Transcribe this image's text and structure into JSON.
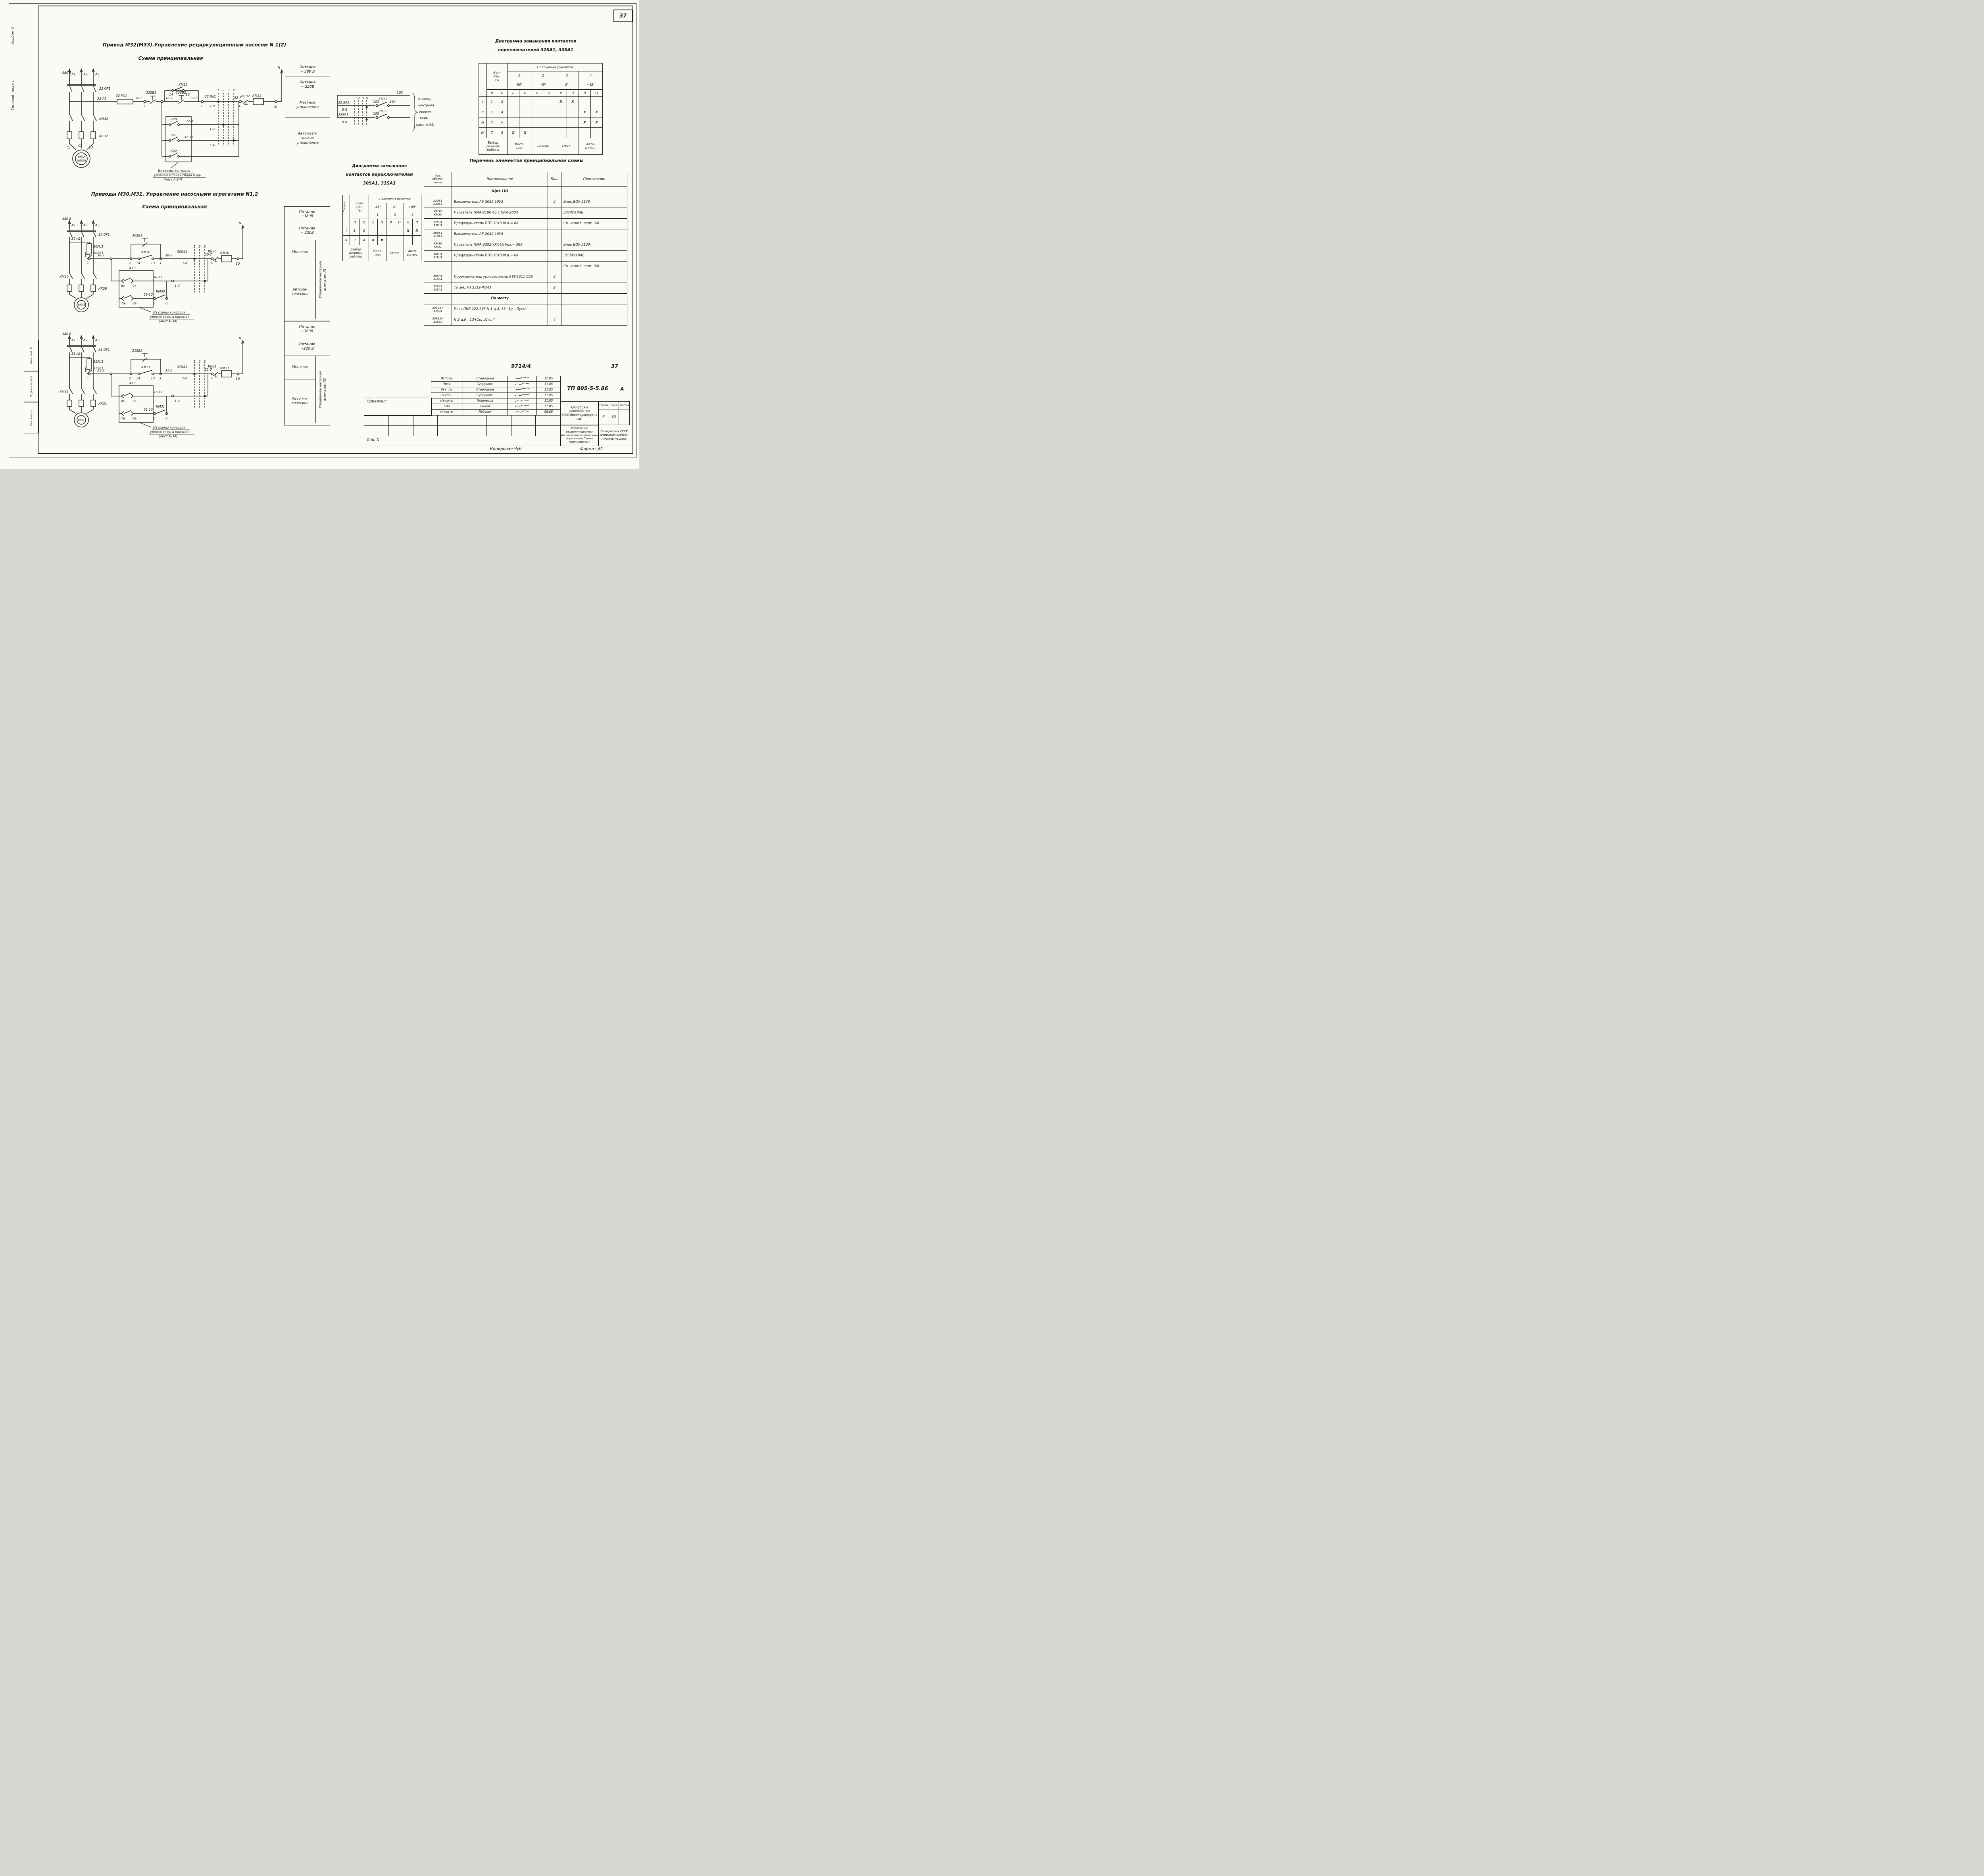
{
  "page": {
    "num": "37",
    "doc_num": "9714/4",
    "doc_page": "37",
    "kopiroval": "Копировал Чуб",
    "format": "Формат А2"
  },
  "margins": {
    "album": "Альбом 4",
    "project": "Типовой проект",
    "vzam": "Взам. инв. N",
    "podp": "Подпись и дата",
    "inv": "Инв. N подл."
  },
  "sch1": {
    "title1": "Привод М32(М33).Управление рециркуляционным насосом N 1(2)",
    "title2": "Схема принципиальная",
    "volt": "~380 В",
    "a1": "А1",
    "a2": "А2",
    "a3": "А3",
    "qf": "32 QF1",
    "kmm": "КМ32",
    "kkm": "КК32",
    "c1": "C1",
    "c2": "C2",
    "c3": "C3",
    "m1": "М32",
    "m2": "(М33)",
    "tap": "32-А1",
    "fu": "32 FU1",
    "w1": "32-1",
    "n1": "1",
    "sb1": "32SВ1",
    "n2": "2",
    "w3": "32-3",
    "c14": "14",
    "kma": "КМ32",
    "c13": "13",
    "sb2": "32SВ2",
    "w5": "32-5",
    "n3": "3",
    "sa": "32 SА1",
    "g1": "1",
    "g2": "2",
    "g3": "3",
    "g4": "4",
    "r78": "7-8",
    "w7": "32-7",
    "n4": "4",
    "kk": "КК32",
    "coil": "КМ32",
    "n10": "10",
    "nr": "N",
    "k20": "К20",
    "w9": "32-9",
    "r12": "1-2",
    "k21": "К21",
    "w11": "32-11",
    "r34": "3-4",
    "k22": "К22",
    "note1": "Из схемы контроля",
    "note2": "уровней в баках сбора воды",
    "note3": "(лист А-34)"
  },
  "sch2": {
    "title1": "Приводы М30,М31. Управление насосными агрегатами N1,2",
    "title2": "Схема принципиальная",
    "volt": "~380 В",
    "a1": "А1",
    "a2": "А2",
    "a3": "А3",
    "qf": "30 QF1",
    "tap": "30-А1",
    "fu": "30FU1",
    "sb1": "30SВ1",
    "n1": "1",
    "w3": "30-3",
    "n2": "2",
    "c14": "14",
    "kma": "КМ30",
    "c13": "13",
    "n3": "3",
    "sb2": "30SВ2",
    "w5": "30-5",
    "sa": "30SА1",
    "g1": "1",
    "g2": "2",
    "g3": "3",
    "r34": "3-4",
    "w7": "30-7",
    "n4": "4",
    "kk": "КК30",
    "coil": "КМ30",
    "n10": "10",
    "nr": "N",
    "a10": "А10",
    "c8s": "8с",
    "c9s": "9с",
    "c7a": "7а",
    "c8a": "8а",
    "w11": "30-11",
    "r12": "1-2",
    "w13": "30-13",
    "n5": "5",
    "km2": "КМ30",
    "n6": "6",
    "kmm": "КМ30",
    "kkm": "КК30",
    "mot": "М30",
    "note1": "Из схемы контроля",
    "note2": "уровня воды в приямке",
    "note3": "(лист А-34)"
  },
  "sch3": {
    "volt": "~380 В",
    "a1": "А1",
    "a2": "А2",
    "a3": "А3",
    "qf": "31 QF1",
    "tap": "31-А1",
    "fu": "31FU1",
    "sb1": "31SВ1",
    "n1": "1",
    "w3": "31-3",
    "n2": "2",
    "c14": "14",
    "kma": "КМ31",
    "c13": "13",
    "n3": "3",
    "sb2": "31SВ2",
    "w5": "31-5",
    "sa": "31SА1",
    "g1": "1",
    "g2": "2",
    "g3": "3",
    "r34": "3-4",
    "w7": "31-7",
    "n4": "4",
    "kk": "КК31",
    "coil": "КМ31",
    "n10": "10",
    "nr": "N",
    "a10": "А10",
    "c8s": "8с",
    "c9s": "9с",
    "c7a": "7а",
    "c8a": "8а",
    "w11": "31-11",
    "r12": "1-2",
    "w13": "31-13",
    "n5": "5",
    "km2": "КМ31",
    "n6": "6",
    "kmm": "КМ31",
    "kkm": "КК31",
    "mot": "М31",
    "note1": "Из схемы контроля",
    "note2": "уровня воды в приямке",
    "note3": "(лист А-34)"
  },
  "mini": {
    "w102": "102",
    "sa32": "32 SА1",
    "c1": "1",
    "c2": "2",
    "c3": "3",
    "c4": "4",
    "r56a": "5-6",
    "w103": "103",
    "km32": "КМ32",
    "w104": "104",
    "sa33": "33SА1",
    "r56b": "5-6",
    "w105": "105",
    "km33": "КМ33",
    "note1": "В схему",
    "note2": "контроля",
    "note3": "уровня",
    "note4": "воды",
    "note5": "(лист А-34)"
  },
  "zones1": {
    "p380": "Питание\n~ 380 В",
    "p220": "Питание\n~ 220В",
    "local": "Местное\nуправление",
    "auto": "Автомати-\nческое\nуправление"
  },
  "zones2": {
    "p380": "Питание\n~380В",
    "p220": "Питание\n~ 220В",
    "local": "Местное",
    "auto": "Автома-\nтическое",
    "strip": "Управление насосным\nагрегатом N1"
  },
  "zones3": {
    "p380": "Питание\n~380В",
    "p220": "Питание\n~220 В",
    "local": "Местное",
    "auto": "Авто ма-\nтическое",
    "strip": "Управление насосным\nагрегатом N2"
  },
  "t1": {
    "title1": "Диаграмма замыкания контактов",
    "title2": "переключателей 32SА1, 33SА1",
    "pos_header": "Положение рукоятки",
    "contacts": "Кон-\nтак-\nты",
    "l": "Л",
    "p": "П",
    "cols": [
      "1",
      "2",
      "3",
      "4"
    ],
    "angles": [
      "-90°",
      "-45°",
      "0°",
      "+45°"
    ],
    "rows": [
      {
        "sec": "I",
        "l": "1",
        "p": "2",
        "m": [
          "",
          "",
          "",
          "",
          "X",
          "X",
          "",
          ""
        ]
      },
      {
        "sec": "II",
        "l": "3",
        "p": "4",
        "m": [
          "",
          "",
          "",
          "",
          "",
          "",
          "X",
          "X"
        ]
      },
      {
        "sec": "III",
        "l": "5",
        "p": "6",
        "m": [
          "",
          "",
          "",
          "",
          "",
          "",
          "X",
          "X"
        ]
      },
      {
        "sec": "IV",
        "l": "7",
        "p": "8",
        "m": [
          "X",
          "X",
          "",
          "",
          "",
          "",
          "",
          ""
        ]
      }
    ],
    "footer": "Выбор\nрежима\nработы",
    "modes": [
      "Мест-\nное",
      "Резерв",
      "Откл.",
      "Авто-\nматич."
    ]
  },
  "t2": {
    "title1": "Диаграмма замыкания",
    "title2": "контактов переключателей",
    "title3": "30SА1, 31SА1",
    "sections": "Секции",
    "contacts": "Кон-\nтак-\nты",
    "pos_header": "Положение рукоятки",
    "l": "Л",
    "p": "П",
    "angles": [
      "-45°",
      "0°",
      "+45°"
    ],
    "cols": [
      "1",
      "2",
      "3"
    ],
    "rows": [
      {
        "sec": "I",
        "l": "1",
        "p": "2",
        "m": [
          "",
          "",
          "",
          "",
          "X",
          "X"
        ]
      },
      {
        "sec": "II",
        "l": "3",
        "p": "4",
        "m": [
          "X",
          "X",
          "",
          "",
          "",
          ""
        ]
      }
    ],
    "footer": "Выбор\nрежима\nработы",
    "modes": [
      "Мест-\nное",
      "Откл.",
      "Авто-\nматич."
    ]
  },
  "e": {
    "title": "Перечень элементов принципиальной схемы",
    "h": [
      "Поз.\nобозна-\nчение",
      "Наименование",
      "Кол.",
      "Примечание"
    ],
    "rows": [
      {
        "poz": "",
        "name": "Щит 1Ш",
        "kol": "",
        "note": ""
      },
      {
        "poz": "32QF1\n33QF1",
        "name": "Выключатель АЕ-2036-10УЗ",
        "kol": "2",
        "note": "Блок БОУ-5130-"
      },
      {
        "poz": "КМ32\nКМ33",
        "name": "Пускатель ПМА-2100 4Б с ПКЛ-2004",
        "kol": "",
        "note": "3074УХЛ4Б"
      },
      {
        "poz": "32FU1\n33FU1",
        "name": "Предохранитель ППТ-10УЗ  Iн.в.= 6А",
        "kol": "",
        "note": "См. компл. черт. ЭМ"
      },
      {
        "poz": "30QF1\n31QF1",
        "name": "Выключатель АЕ-2046-10УЗ",
        "kol": "",
        "note": ""
      },
      {
        "poz": "КМ30\nКМ31",
        "name": "Пускатель ПМА-3202-УХЛ4А  Iн.э.= 38А",
        "kol": "",
        "note": "Блок БОУ-5130-"
      },
      {
        "poz": "30FU1\n31FU1",
        "name": "Предохранитель ППТ-10УЗ  Iп.в.= 6А",
        "kol": "",
        "note": "35 74УХЛ4Б"
      },
      {
        "poz": "",
        "name": "",
        "kol": "",
        "note": "См. компл. черт. ЭМ"
      },
      {
        "poz": "30SA1\n31SA1",
        "name": "Переключатель универсальный УП5311-С23",
        "kol": "2",
        "note": ""
      },
      {
        "poz": "32SA1\n33SA1",
        "name": "То же,   УП 5312-Ф343",
        "kol": "2",
        "note": ""
      },
      {
        "poz": "",
        "name": "По месту",
        "kol": "",
        "note": ""
      },
      {
        "poz": "30SB1÷\n33SB1",
        "name": "Пост ПКЕ-222-2УЗ  N 1 ц.4, 13+1р. „Пуск\";",
        "kol": "",
        "note": ""
      },
      {
        "poz": "30SB2÷\n33SB2",
        "name": "N 2   ц.К.,  13+1р. „Стоп\"",
        "kol": "4",
        "note": ""
      }
    ]
  },
  "tb": {
    "sig": [
      {
        "role": "Исполн.",
        "name": "Старицына",
        "date": "11.85"
      },
      {
        "role": "Пров.",
        "name": "Супрунова",
        "date": "11.85"
      },
      {
        "role": "Рук. гр.",
        "name": "Старицына",
        "date": "11.85"
      },
      {
        "role": "Гл.спец.",
        "name": "Супрунова",
        "date": "11.85"
      },
      {
        "role": "Нач.отд.",
        "name": "Жевнеров",
        "date": "11.85"
      },
      {
        "role": "ГИП",
        "name": "Рыков",
        "date": "11.85"
      },
      {
        "role": "Н.контр.",
        "name": "Лебская",
        "date": "06.85"
      }
    ],
    "code": "ТП 805-5-5.86",
    "lit": "А",
    "facility": "Цех убоя и переработки\n3000 бройлеров(кур) в час.",
    "stage_h": "Стадия",
    "list_h": "Лист",
    "listov_h": "Листов",
    "stage": "Р",
    "list": "33",
    "listov": "",
    "subject": "Управление рециркуляционны-\nми насосами и насосными\nагрегатами.Схемы принципиальн.",
    "org": "Госагропром СССР\nЦНИИЭПптицепром\nг.Ростов-на-Дону",
    "privyazal": "Привязал:",
    "inv": "Инв. N"
  }
}
